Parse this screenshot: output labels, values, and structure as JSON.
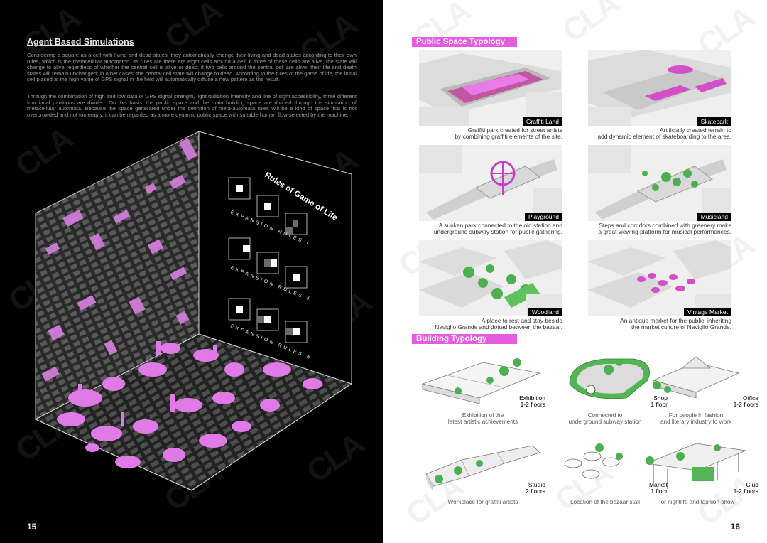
{
  "left_page": {
    "title": "Agent Based Simulations",
    "paragraph1": "Considering a square as a cell with living and dead states, they automatically change their living and dead states according to their own rules, which is the metacellular automaton. Its rules are there are eight cells around a cell; if three of these cells are alive, the state will change to alive regardless of whether the central cell is alive or dead; if two cells around the central cell are alive, their life and death states will remain unchanged; in other cases, the central cell state will change to dead. According to the rules of the game of life, the initial cell placed at the high value of GPS signal in the field will automatically diffuse a new pattern as the result.",
    "paragraph2": "Through the combination of high and low data of GPS signal strength, light radiation intensity and line of sight accessibility, three different functional partitions are divided. On this basis, the public space and the main building space are divided through the simulation of metacellular automata. Because the space generated under the definition of meta-automata rules will be a kind of space that is not overcrowded and not too empty, it can be regarded as a more dynamic public space with suitable human flow selected by the machine.",
    "diagram": {
      "rules_title": "Rules of Game of Life",
      "rule_labels": [
        "EXPANSION RULES Ⅰ",
        "EXPANSION RULES Ⅱ",
        "EXPANSION RULES Ⅲ"
      ]
    },
    "page_number": "15"
  },
  "right_page": {
    "public_space_heading": "Public Space Typology",
    "public_spaces": [
      {
        "label": "Graffiti Land",
        "desc1": "Graffiti park created for street artists",
        "desc2": "by combining graffiti elements of the site."
      },
      {
        "label": "Skatepark",
        "desc1": "Artificially created terrain to",
        "desc2": "add dynamic element of skateboarding to the area."
      },
      {
        "label": "Playground",
        "desc1": "A sunken park connected to the old station and",
        "desc2": "underground subway station for public gathering."
      },
      {
        "label": "Musicland",
        "desc1": "Steps and corridors combined with greenery make",
        "desc2": "a great viewing platform for musical performances."
      },
      {
        "label": "Woodland",
        "desc1": "A place to rest and stay beside",
        "desc2": "Naviglio Grande and dotted between the bazaar."
      },
      {
        "label": "Vintage Market",
        "desc1": "An antique market for the public, inheriting",
        "desc2": "the market culture of Naviglio Grande."
      }
    ],
    "building_heading": "Building Typology",
    "buildings": [
      {
        "name": "Exhibition",
        "floors": "1-2 floors",
        "desc1": "Exhibition of the",
        "desc2": "latest artistic achievements"
      },
      {
        "name": "Shop",
        "floors": "1 floor",
        "desc1": "Connected to",
        "desc2": "underground subway station"
      },
      {
        "name": "Office",
        "floors": "1-2 floors",
        "desc1": "For people in fashion",
        "desc2": "and literary industry to work"
      },
      {
        "name": "Studio",
        "floors": "2 floors",
        "desc1": "Workplace for graffiti artists",
        "desc2": ""
      },
      {
        "name": "Market",
        "floors": "1 floor",
        "desc1": "Location of the bazaar stall",
        "desc2": ""
      },
      {
        "name": "Club",
        "floors": "1-2 floors",
        "desc1": "For nightlife and fashion show",
        "desc2": ""
      }
    ],
    "page_number": "16"
  },
  "colors": {
    "accent_magenta": "#e45de0",
    "green": "#4caf50",
    "black": "#000000"
  },
  "watermark": "CLA"
}
